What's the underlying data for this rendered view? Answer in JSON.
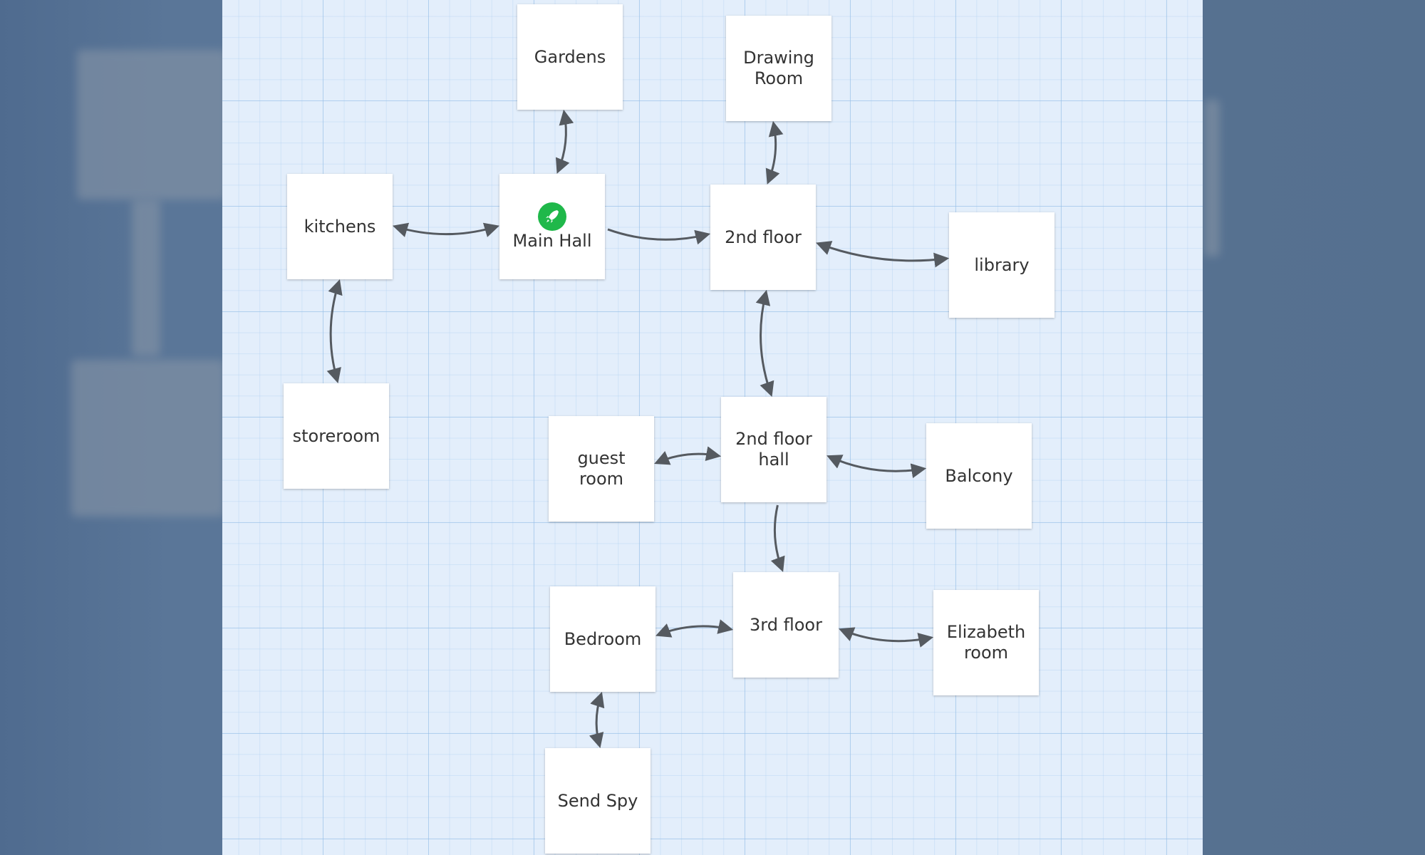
{
  "background": {
    "page_color": "#5b7391",
    "canvas_color": "#e3eefb",
    "grid_color": "#9dc2e8"
  },
  "story_map": {
    "start_icon": "rocket-icon",
    "start_icon_color": "#1fb84a",
    "passages": {
      "gardens": "Gardens",
      "drawing_room": "Drawing\nRoom",
      "kitchens": "kitchens",
      "main_hall": "Main Hall",
      "second_floor": "2nd floor",
      "library": "library",
      "storeroom": "storeroom",
      "guest_room": "guest\nroom",
      "second_floor_hall": "2nd floor\nhall",
      "balcony": "Balcony",
      "bedroom": "Bedroom",
      "third_floor": "3rd floor",
      "elizabeth_room": "Elizabeth\nroom",
      "send_spy": "Send Spy"
    },
    "links": [
      {
        "from": "main_hall",
        "to": "gardens",
        "two_way": true
      },
      {
        "from": "second_floor",
        "to": "drawing_room",
        "two_way": true
      },
      {
        "from": "kitchens",
        "to": "main_hall",
        "two_way": true
      },
      {
        "from": "main_hall",
        "to": "second_floor",
        "two_way": false
      },
      {
        "from": "second_floor",
        "to": "library",
        "two_way": true
      },
      {
        "from": "kitchens",
        "to": "storeroom",
        "two_way": true
      },
      {
        "from": "second_floor",
        "to": "second_floor_hall",
        "two_way": true
      },
      {
        "from": "second_floor_hall",
        "to": "guest_room",
        "two_way": true
      },
      {
        "from": "second_floor_hall",
        "to": "balcony",
        "two_way": true
      },
      {
        "from": "second_floor_hall",
        "to": "third_floor",
        "two_way": false
      },
      {
        "from": "third_floor",
        "to": "bedroom",
        "two_way": true
      },
      {
        "from": "third_floor",
        "to": "elizabeth_room",
        "two_way": true
      },
      {
        "from": "bedroom",
        "to": "send_spy",
        "two_way": true
      }
    ],
    "link_color": "#555a60"
  }
}
